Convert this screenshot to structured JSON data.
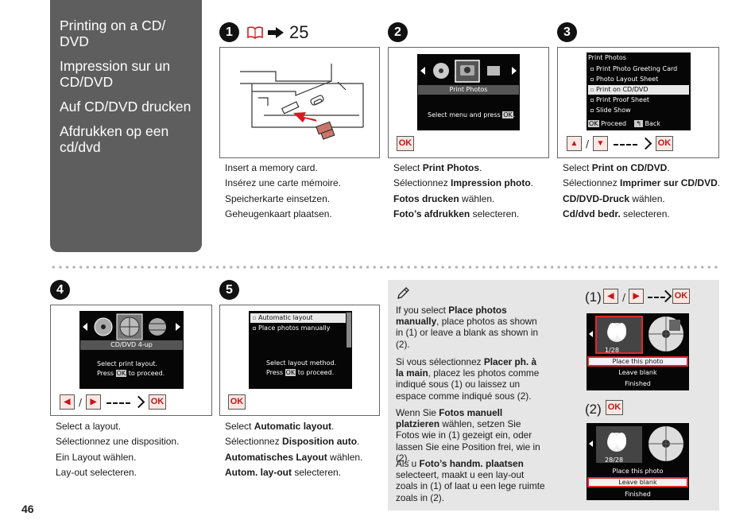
{
  "title": {
    "en": "Printing on a CD/ DVD",
    "fr": "Impression sur un CD/DVD",
    "de": "Auf CD/DVD drucken",
    "nl": "Afdrukken op een cd/dvd"
  },
  "steps": {
    "s1": {
      "num": "1",
      "ref": "25"
    },
    "s2": {
      "num": "2",
      "lcd_title": "Print Photos",
      "lcd_msg_a": "Select menu and press",
      "lcd_ok": "OK",
      "lcd_msg_b": "."
    },
    "s3": {
      "num": "3",
      "lcd_header": "Print Photos",
      "menu": [
        "Print Photo Greeting Card",
        "Photo Layout Sheet",
        "Print on CD/DVD",
        "Print Proof Sheet",
        "Slide Show"
      ],
      "footer_ok": "OK",
      "footer_proceed": "Proceed",
      "footer_back": "Back"
    },
    "s4": {
      "num": "4",
      "lcd_title": "CD/DVD 4-up",
      "lcd_msg1": "Select print layout.",
      "lcd_msg2_a": "Press",
      "lcd_msg2_ok": "OK",
      "lcd_msg2_b": "to proceed."
    },
    "s5": {
      "num": "5",
      "menu": [
        "Automatic layout",
        "Place photos manually"
      ],
      "lcd_msg1": "Select layout method.",
      "lcd_msg2_a": "Press",
      "lcd_msg2_ok": "OK",
      "lcd_msg2_b": "to proceed."
    }
  },
  "buttons": {
    "ok": "OK",
    "slash": "/",
    "up": "▲",
    "down": "▼",
    "left": "◀",
    "right": "▶"
  },
  "text1": [
    "Insert a memory card.",
    "Insérez une carte mémoire.",
    "Speicherkarte einsetzen.",
    "Geheugenkaart plaatsen."
  ],
  "text2": {
    "en_a": "Select ",
    "en_b": "Print Photos",
    "en_c": ".",
    "fr_a": "Sélectionnez ",
    "fr_b": "Impression photo",
    "fr_c": ".",
    "de_b": "Fotos drucken",
    "de_c": " wählen.",
    "nl_b": "Foto’s afdrukken",
    "nl_c": " selecteren."
  },
  "text3": {
    "en_a": "Select ",
    "en_b": "Print on CD/DVD",
    "en_c": ".",
    "fr_a": "Sélectionnez ",
    "fr_b": "Imprimer sur CD/DVD",
    "fr_c": ".",
    "de_b": "CD/DVD-Druck",
    "de_c": " wählen.",
    "nl_b": "Cd/dvd bedr.",
    "nl_c": " selecteren."
  },
  "text4": [
    "Select a layout.",
    "Sélectionnez une disposition.",
    "Ein Layout wählen.",
    "Lay-out selecteren."
  ],
  "text5": {
    "en_a": "Select ",
    "en_b": "Automatic layout",
    "en_c": ".",
    "fr_a": "Sélectionnez ",
    "fr_b": "Disposition auto",
    "fr_c": ".",
    "de_b": "Automatisches Layout",
    "de_c": " wählen.",
    "nl_b": "Autom. lay-out",
    "nl_c": " selecteren."
  },
  "note": {
    "en_a": "If you select ",
    "en_b": "Place photos manually",
    "en_c": ", place photos as shown in (1) or leave a blank as shown in (2).",
    "fr_a": "Si vous sélectionnez ",
    "fr_b": "Placer ph. à la main",
    "fr_c": ", placez les photos comme indiqué sous (1) ou laissez un espace comme indiqué sous (2).",
    "de_a": "Wenn Sie ",
    "de_b": "Fotos manuell platzieren",
    "de_c": " wählen, setzen Sie Fotos wie in (1) gezeigt ein, oder lassen Sie eine Position frei, wie in (2).",
    "nl_a": "Als u ",
    "nl_b": "Foto’s handm. plaatsen",
    "nl_c": " selecteert, maakt u een lay-out zoals in (1) of laat u een lege ruimte zoals in (2).",
    "label1": "(1)",
    "label2": "(2)",
    "counter1": "1/28",
    "counter2": "28/28",
    "menu": [
      "Place this photo",
      "Leave blank",
      "Finished"
    ]
  },
  "page_number": "46",
  "colors": {
    "title_bg": "#5e5e5e",
    "button_bg": "#fde7e2",
    "button_text": "#c0161b",
    "highlight": "#e3262e",
    "note_bg": "#e6e6e6"
  }
}
